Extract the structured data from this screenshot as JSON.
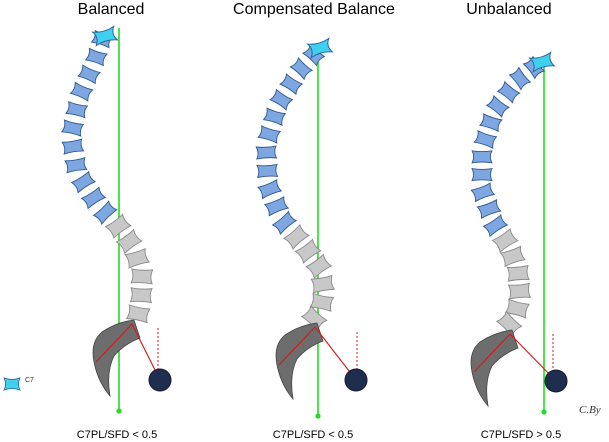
{
  "panels": [
    {
      "title": "Balanced",
      "caption": "C7PL/SFD < 0.5"
    },
    {
      "title": "Compensated Balance",
      "caption": "C7PL/SFD < 0.5"
    },
    {
      "title": "Unbalanced",
      "caption": "C7PL/SFD > 0.5"
    }
  ],
  "legend": {
    "label": "C7",
    "icon": "c7-vertebra-icon"
  },
  "signature": "C.By",
  "colors": {
    "c7_vertebra": "#3fd0ee",
    "thoracic_vertebra": "#7ea6e0",
    "lumbar_vertebra": "#c8c8c8",
    "pelvis": "#6d6d6d",
    "femoral_head": "#1f2d4f",
    "plumb_line": "#22dd22",
    "pelvic_lines": "#d81818"
  }
}
